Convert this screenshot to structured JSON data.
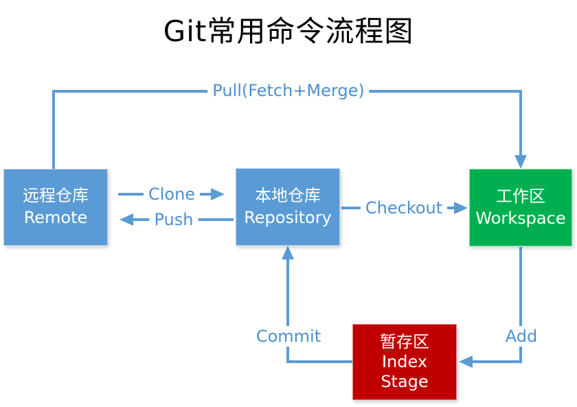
{
  "title": "Git常用命令流程图",
  "colors": {
    "box_blue": "#5B9BD5",
    "box_green": "#00B050",
    "box_red": "#C00000",
    "line": "#5B9BD5",
    "label_text": "#4D8FD0",
    "title_text": "#000000"
  },
  "nodes": {
    "remote": {
      "line1": "远程仓库",
      "line2": "Remote"
    },
    "repository": {
      "line1": "本地仓库",
      "line2": "Repository"
    },
    "workspace": {
      "line1": "工作区",
      "line2": "Workspace"
    },
    "index": {
      "line1": "暂存区",
      "line2": "Index",
      "line3": "Stage"
    }
  },
  "edges": {
    "pull": "Pull(Fetch+Merge)",
    "clone": "Clone",
    "push": "Push",
    "checkout": "Checkout",
    "commit": "Commit",
    "add": "Add"
  }
}
